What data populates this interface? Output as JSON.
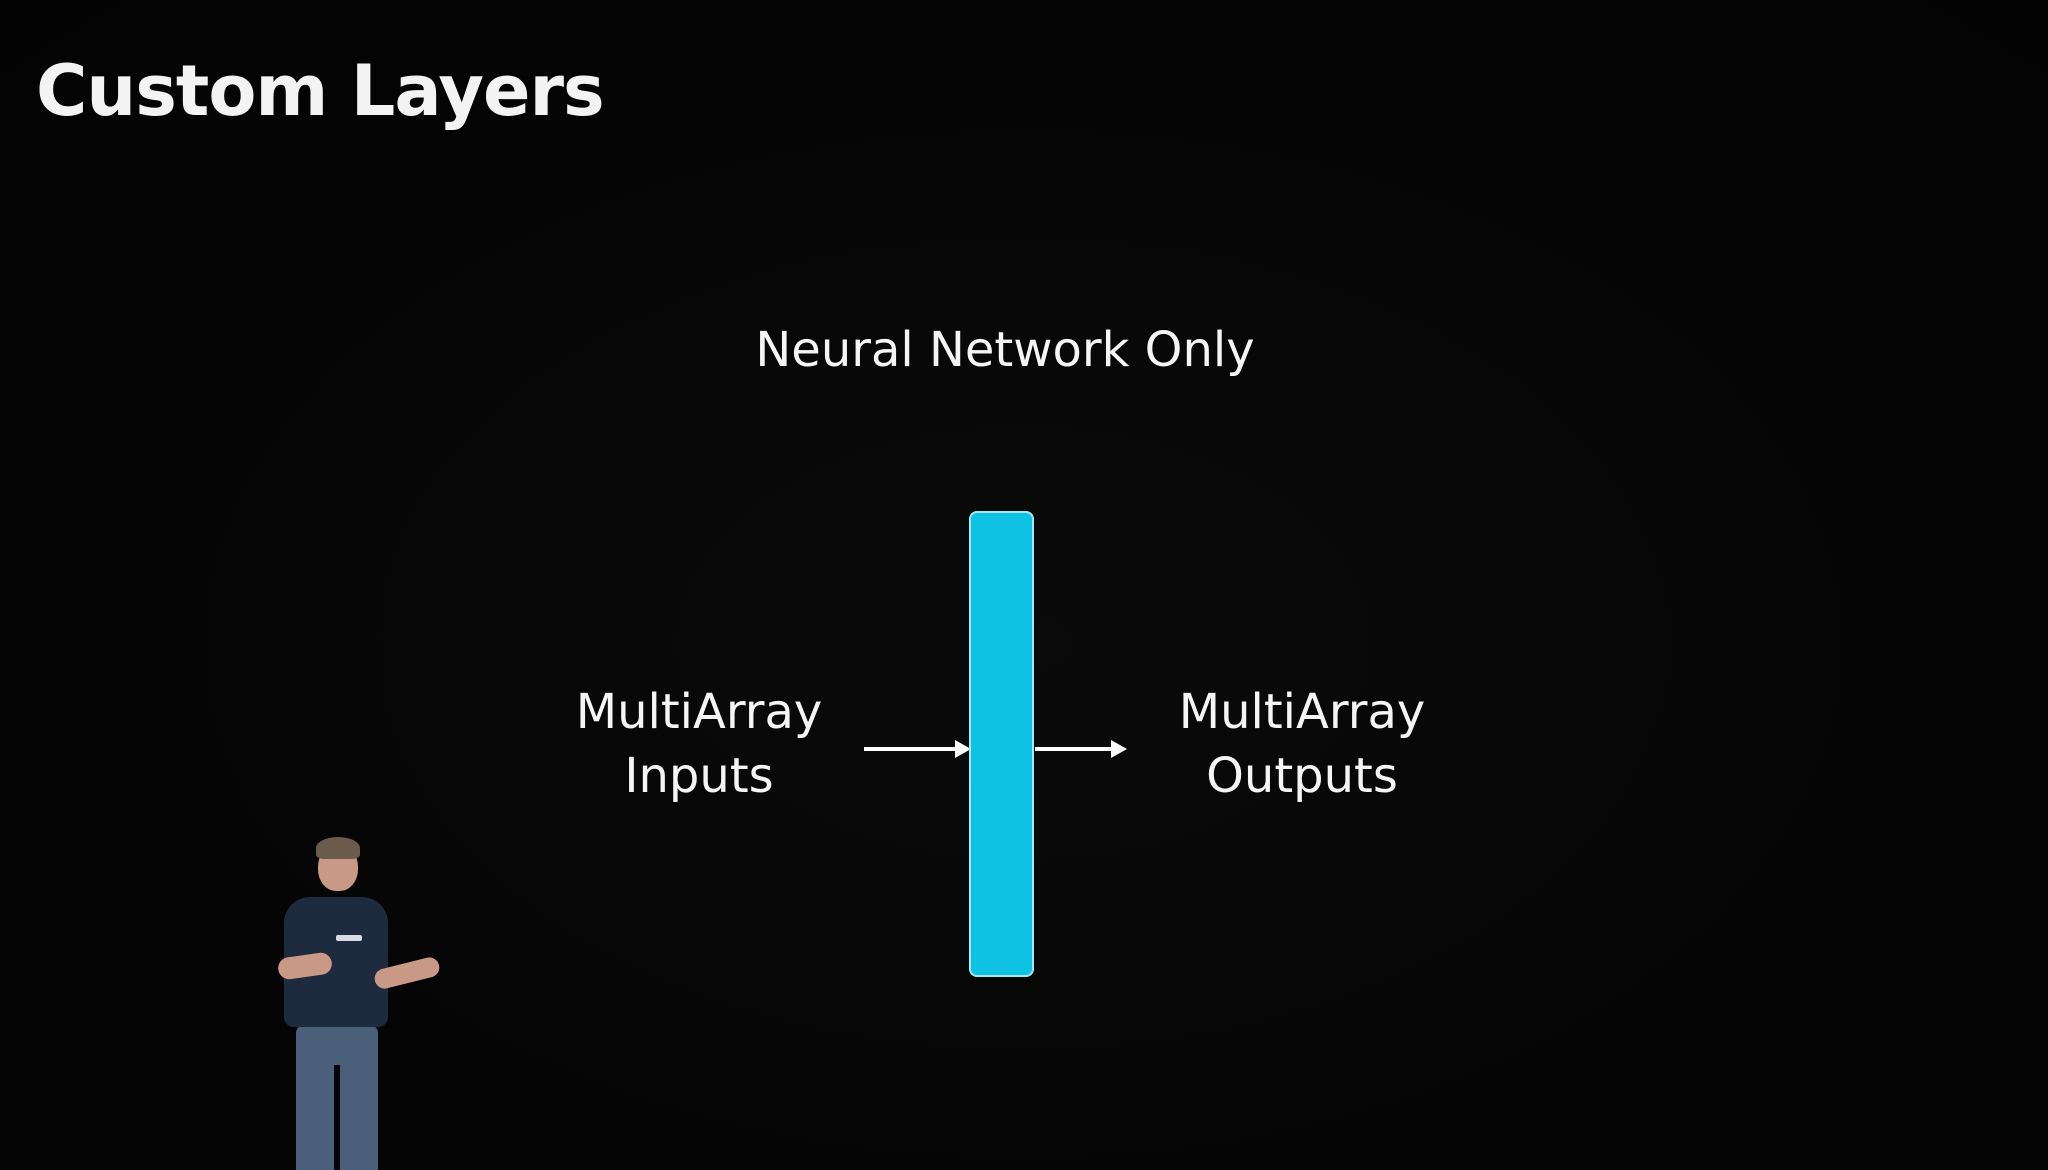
{
  "slide": {
    "title": "Custom Layers",
    "subtitle": "Neural Network Only",
    "inputs": {
      "line1": "MultiArray",
      "line2": "Inputs"
    },
    "outputs": {
      "line1": "MultiArray",
      "line2": "Outputs"
    }
  },
  "colors": {
    "layer_bar": "#0fc1e2",
    "background": "#050505",
    "text": "#f5f5f5"
  },
  "icons": {
    "input_arrow": "arrow-right-icon",
    "output_arrow": "arrow-right-icon"
  }
}
